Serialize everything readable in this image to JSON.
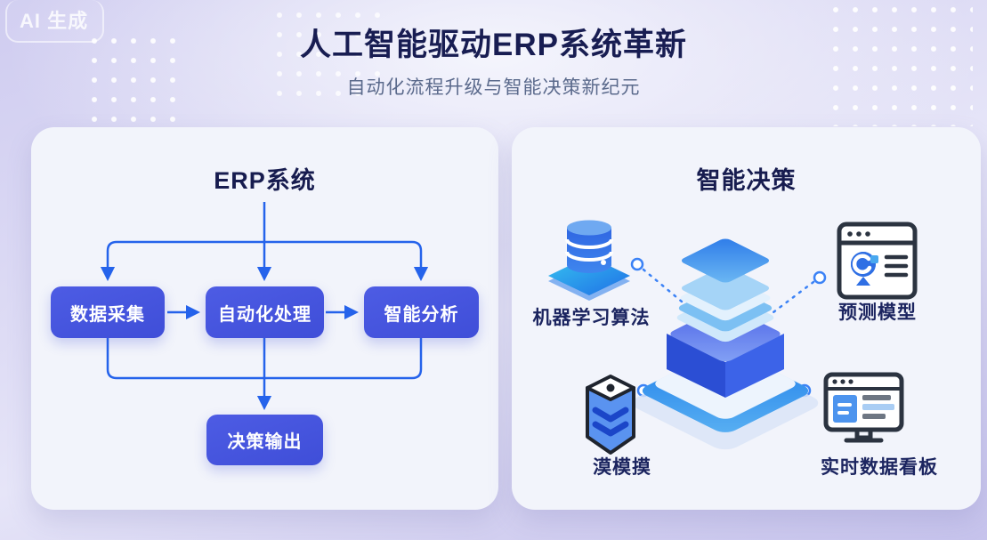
{
  "badge": {
    "label": "AI 生成"
  },
  "header": {
    "title": "人工智能驱动ERP系统革新",
    "subtitle": "自动化流程升级与智能决策新纪元"
  },
  "erp_panel": {
    "heading": "ERP系统",
    "row_nodes": [
      "数据采集",
      "自动化处理",
      "智能分析"
    ],
    "output_node": "决策输出"
  },
  "decision_panel": {
    "heading": "智能决策",
    "items": [
      {
        "label": "机器学习算法",
        "icon": "database-icon"
      },
      {
        "label": "预测模型",
        "icon": "browser-model-icon"
      },
      {
        "label": "漠模摸",
        "icon": "container-icon"
      },
      {
        "label": "实时数据看板",
        "icon": "dashboard-monitor-icon"
      }
    ]
  },
  "colors": {
    "title_navy": "#181d52",
    "subtitle_gray": "#5b6a8c",
    "node_blue": "#4355dd",
    "flow_line_blue": "#2563eb",
    "connector_blue": "#3b82f6",
    "card_bg": "#f2f4fb",
    "background_lavender": "#d2cff0"
  }
}
